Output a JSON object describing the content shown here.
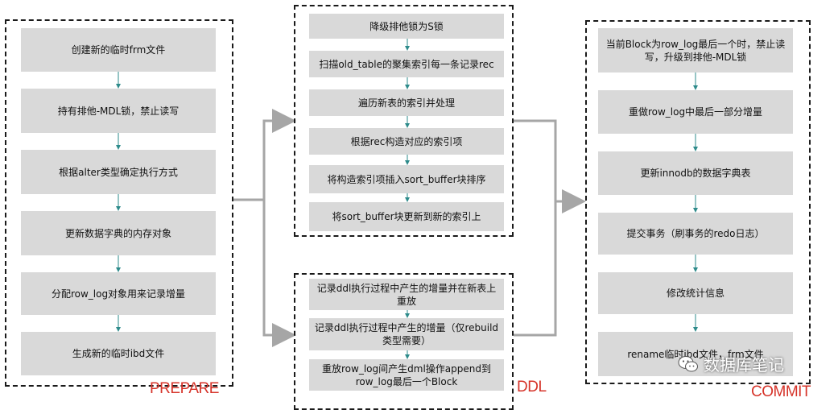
{
  "prepare": {
    "label": "PREPARE",
    "steps": [
      "创建新的临时frm文件",
      "持有排他-MDL锁，禁止读写",
      "根据alter类型确定执行方式",
      "更新数据字典的内存对象",
      "分配row_log对象用来记录增量",
      "生成新的临时ibd文件"
    ]
  },
  "ddl": {
    "label": "DDL",
    "top_steps": [
      "降级排他锁为S锁",
      "扫描old_table的聚集索引每一条记录rec",
      "遍历新表的索引并处理",
      "根据rec构造对应的索引项",
      "将构造索引项插入sort_buffer块排序",
      "将sort_buffer块更新到新的索引上"
    ],
    "bottom_steps": [
      "记录ddl执行过程中产生的增量并在新表上重放",
      "记录ddl执行过程中产生的增量（仅rebuild类型需要）",
      "重放row_log间产生dml操作append到row_log最后一个Block"
    ]
  },
  "commit": {
    "label": "COMMIT",
    "steps": [
      "当前Block为row_log最后一个时，禁止读写，升级到排他-MDL锁",
      "重做row_log中最后一部分增量",
      "更新innodb的数据字典表",
      "提交事务（刷事务的redo日志）",
      "修改统计信息",
      "rename临时ibd文件，frm文件"
    ]
  },
  "watermark": {
    "text": "数据库笔记",
    "icon": "wechat-icon"
  },
  "colors": {
    "box": "#d9d9d9",
    "label": "#d6342a",
    "connector": "#a6a6a6",
    "step_arrow": "#2e8b8b"
  }
}
